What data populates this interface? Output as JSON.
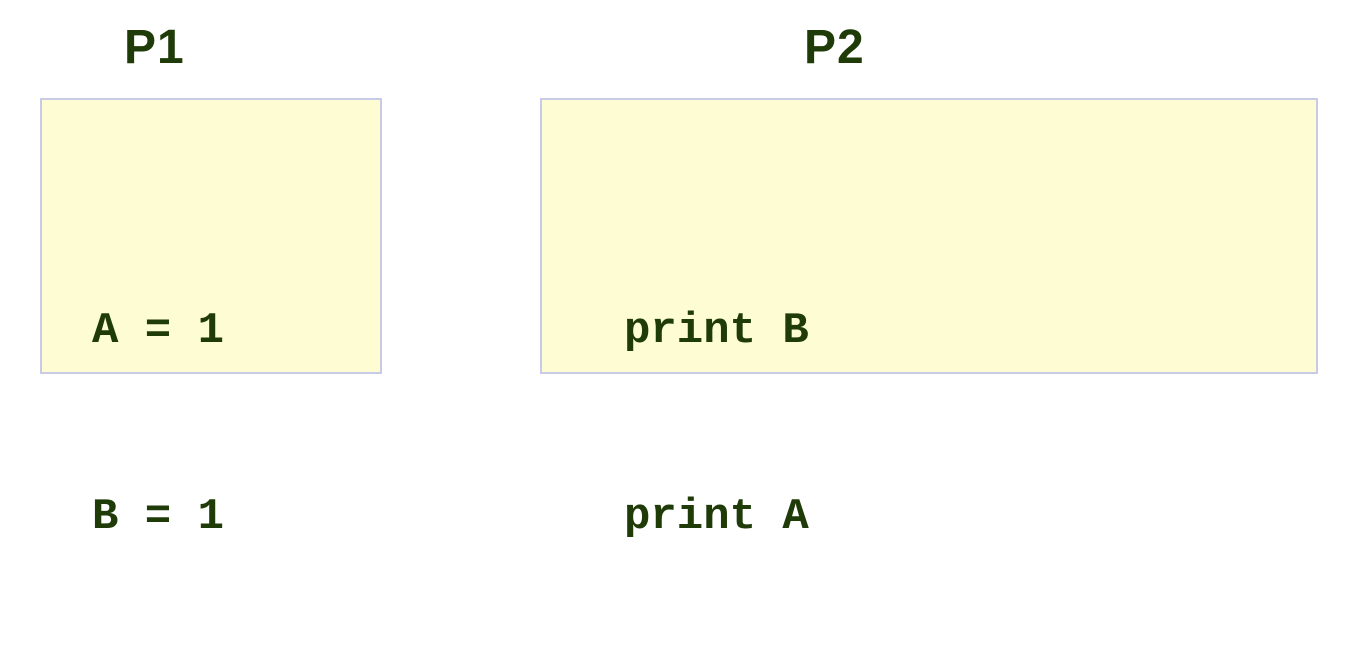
{
  "p1": {
    "title": "P1",
    "lines": [
      "A = 1",
      "B = 1"
    ]
  },
  "p2": {
    "title": "P2",
    "lines": [
      "print B",
      "print A"
    ]
  },
  "colors": {
    "text": "#1f3b08",
    "box_fill": "#fdfcd2",
    "box_border": "#c9c9e8"
  }
}
